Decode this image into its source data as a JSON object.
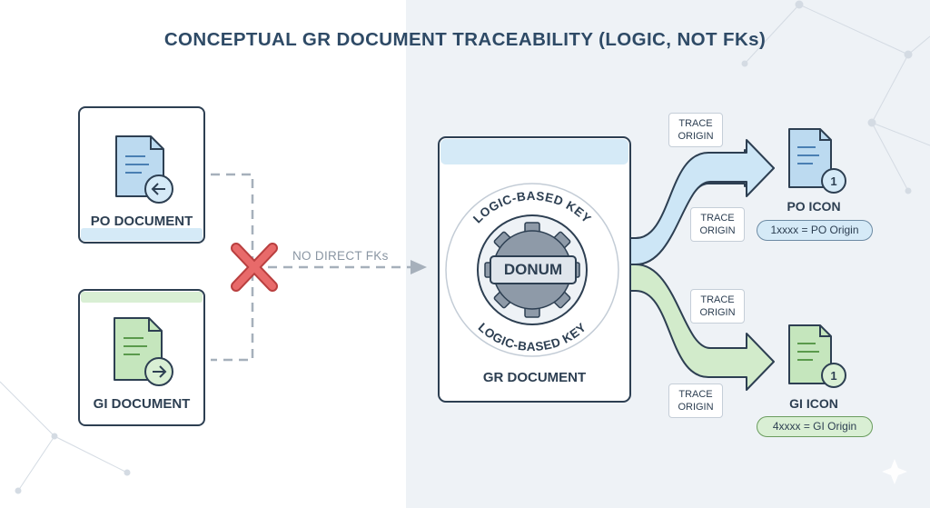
{
  "title": "CONCEPTUAL GR DOCUMENT TRACEABILITY (LOGIC, NOT FKs)",
  "left": {
    "po_document": "PO DOCUMENT",
    "gi_document": "GI DOCUMENT",
    "no_fk_label": "NO DIRECT FKs"
  },
  "center": {
    "key_text_top": "LOGIC-BASED KEY",
    "key_text_bottom": "LOGIC-BASED KEY",
    "donum": "DONUM",
    "gr_document": "GR DOCUMENT"
  },
  "trace_labels": [
    {
      "line1": "TRACE",
      "line2": "ORIGIN"
    },
    {
      "line1": "TRACE",
      "line2": "ORIGIN"
    },
    {
      "line1": "TRACE",
      "line2": "ORIGIN"
    },
    {
      "line1": "TRACE",
      "line2": "ORIGIN"
    }
  ],
  "right": {
    "po_icon_label": "PO ICON",
    "po_origin": "1xxxx = PO Origin",
    "po_badge": "1",
    "gi_icon_label": "GI ICON",
    "gi_origin": "4xxxx = GI Origin",
    "gi_badge": "1"
  },
  "colors": {
    "po_blue": "#d5eaf7",
    "gi_green": "#d9efd4",
    "x_red": "#e05c5c",
    "navy": "#2d3f52"
  }
}
